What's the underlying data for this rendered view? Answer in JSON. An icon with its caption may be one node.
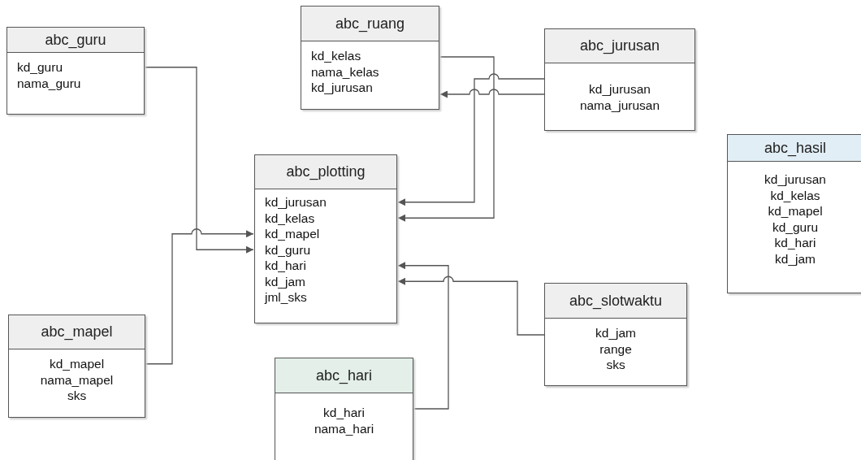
{
  "diagram": {
    "nodes": [
      {
        "text": [
          "abc_guru",
          "kd_guru",
          "nama_guru"
        ]
      },
      {
        "text": [
          "abc_ruang",
          "kd_kelas",
          "nama_kelas",
          "kd_jurusan"
        ]
      },
      {
        "text": [
          "abc_jurusan",
          "kd_jurusan",
          "nama_jurusan"
        ]
      },
      {
        "text": [
          "abc_plotting",
          "kd_jurusan",
          "kd_kelas",
          "kd_mapel",
          "kd_guru",
          "kd_hari",
          "kd_jam",
          "jml_sks"
        ]
      },
      {
        "text": [
          "abc_hasil",
          "kd_jurusan",
          "kd_kelas",
          "kd_mapel",
          "kd_guru",
          "kd_hari",
          "kd_jam"
        ]
      },
      {
        "text": [
          "abc_slotwaktu",
          "kd_jam",
          "range",
          "sks"
        ]
      },
      {
        "text": [
          "abc_mapel",
          "kd_mapel",
          "nama_mapel",
          "sks"
        ]
      },
      {
        "text": [
          "abc_hari",
          "kd_hari",
          "nama_hari"
        ]
      }
    ],
    "edges": [
      {
        "from": 0,
        "to": 3,
        "arrow": "to"
      },
      {
        "from": 6,
        "to": 3,
        "arrow": "to"
      },
      {
        "from": 1,
        "to": 3,
        "arrow": "to"
      },
      {
        "from": 2,
        "to": 3,
        "arrow": "to"
      },
      {
        "from": 2,
        "to": 1,
        "arrow": "to"
      },
      {
        "from": 7,
        "to": 3,
        "arrow": "to"
      },
      {
        "from": 5,
        "to": 3,
        "arrow": "to"
      }
    ]
  }
}
